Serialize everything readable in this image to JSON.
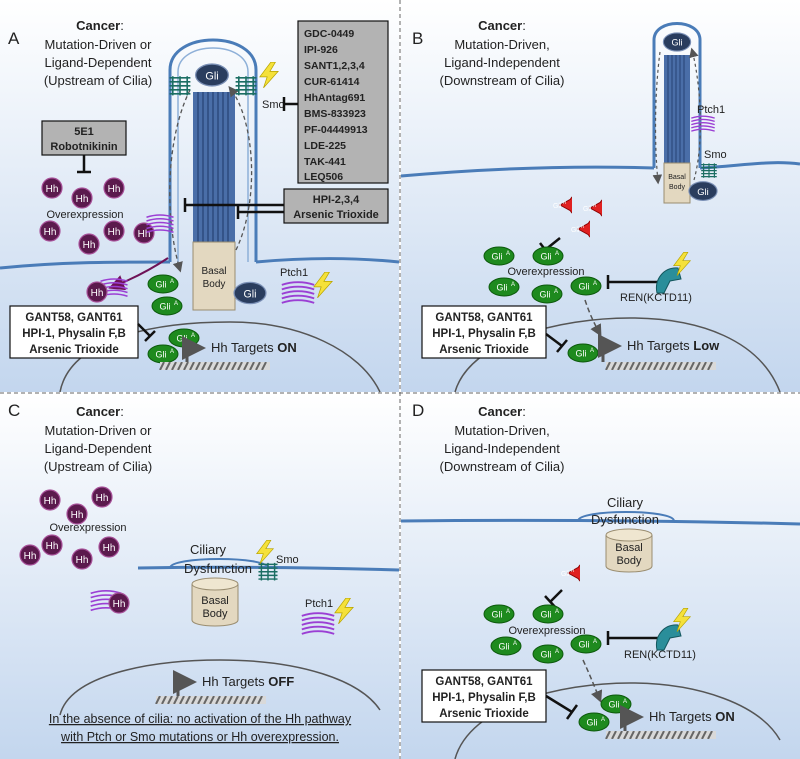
{
  "panels": {
    "a": {
      "letter": "A",
      "title_bold": "Cancer",
      "title_colon": ":",
      "subtitle_lines": [
        "Mutation-Driven or",
        "Ligand-Dependent",
        "(Upstream of Cilia)"
      ],
      "smo_inhibitors": [
        "GDC-0449",
        "IPI-926",
        "SANT1,2,3,4",
        "CUR-61414",
        "HhAntag691",
        "BMS-833923",
        "PF-04449913",
        "LDE-225",
        "TAK-441",
        "LEQ506"
      ],
      "hh_blockers": [
        "5E1",
        "Robotnikinin"
      ],
      "cilia_blockers": [
        "HPI-2,3,4",
        "Arsenic Trioxide"
      ],
      "gli_blockers": [
        "GANT58, GANT61",
        "HPI-1, Physalin F,B",
        "Arsenic Trioxide"
      ],
      "overexpression": "Overexpression",
      "smo": "Smo",
      "ptch1": "Ptch1",
      "basal_body": [
        "Basal",
        "Body"
      ],
      "gli": "Gli",
      "hh": "Hh",
      "glia": "Gli",
      "glia_sup": "A",
      "targets_prefix": "Hh Targets ",
      "targets_state": "ON"
    },
    "b": {
      "letter": "B",
      "title_bold": "Cancer",
      "title_colon": ":",
      "subtitle_lines": [
        "Mutation-Driven,",
        "Ligand-Independent",
        "(Downstream of Cilia)"
      ],
      "gli_blockers": [
        "GANT58, GANT61",
        "HPI-1, Physalin F,B",
        "Arsenic Trioxide"
      ],
      "overexpression": "Overexpression",
      "smo": "Smo",
      "ptch1": "Ptch1",
      "basal_body": [
        "Basal",
        "Body"
      ],
      "gli": "Gli",
      "glir": "Gli",
      "glir_sup": "R",
      "ren": "REN(KCTD11)",
      "targets_prefix": "Hh Targets ",
      "targets_state": "Low"
    },
    "c": {
      "letter": "C",
      "title_bold": "Cancer",
      "title_colon": ":",
      "subtitle_lines": [
        "Mutation-Driven or",
        "Ligand-Dependent",
        "(Upstream of Cilia)"
      ],
      "overexpression": "Overexpression",
      "ciliary": [
        "Ciliary",
        "Dysfunction"
      ],
      "basal_body": [
        "Basal",
        "Body"
      ],
      "smo": "Smo",
      "ptch1": "Ptch1",
      "targets_prefix": "Hh Targets ",
      "targets_state": "OFF",
      "footnote": [
        "In the absence of cilia: no activation of the Hh pathway",
        "with Ptch or Smo mutations or Hh overexpression."
      ]
    },
    "d": {
      "letter": "D",
      "title_bold": "Cancer",
      "title_colon": ":",
      "subtitle_lines": [
        "Mutation-Driven,",
        "Ligand-Independent",
        "(Downstream of Cilia)"
      ],
      "ciliary": [
        "Ciliary",
        "Dysfunction"
      ],
      "basal_body": [
        "Basal",
        "Body"
      ],
      "overexpression": "Overexpression",
      "ren": "REN(KCTD11)",
      "gli_blockers": [
        "GANT58, GANT61",
        "HPI-1, Physalin F,B",
        "Arsenic Trioxide"
      ],
      "targets_prefix": "Hh Targets ",
      "targets_state": "ON"
    }
  },
  "colors": {
    "panel_bg_top": "#ffffff",
    "panel_bg_bottom": "#c3d6ee",
    "membrane": "#4a7cb8",
    "hh": "#5b1a4d",
    "gli_dark": "#2a3d5e",
    "glia": "#1e8a1e",
    "glir": "#e02020",
    "ptch": "#9b3fd4",
    "smo": "#1b6e63",
    "ren": "#2a8e9a",
    "lightning": "#f5e13a",
    "basal": "#e3d8c0",
    "drug_box": "#b3b3b3"
  }
}
